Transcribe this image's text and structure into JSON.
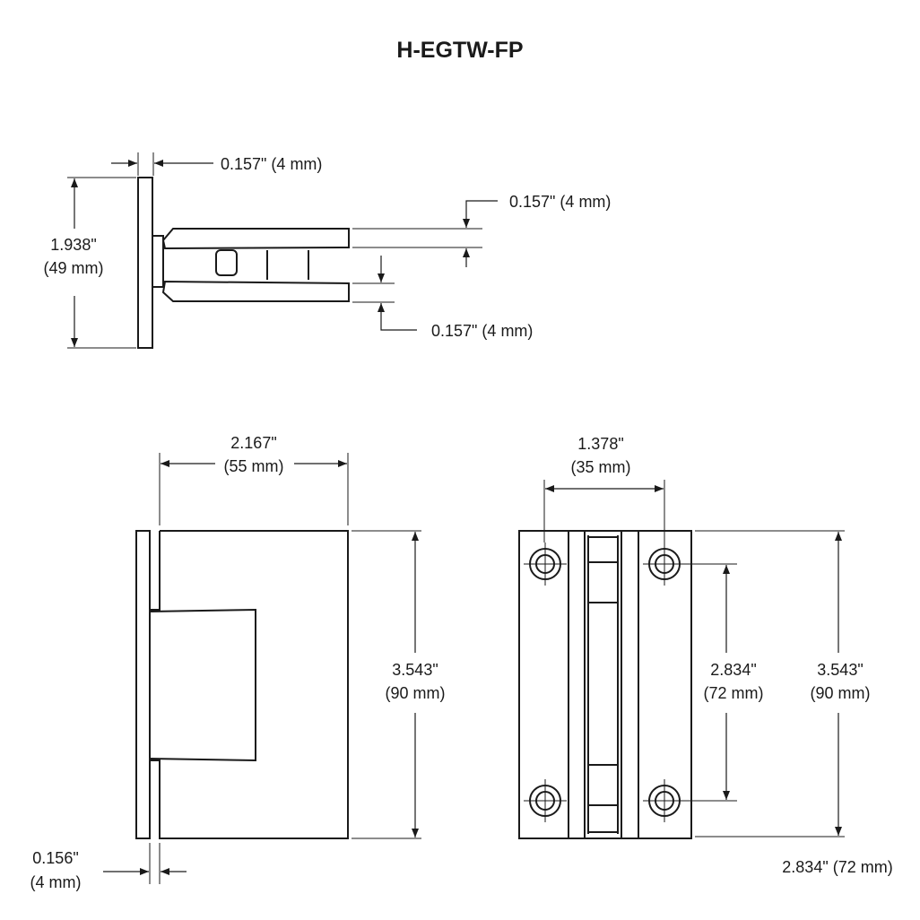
{
  "title": "H-EGTW-FP",
  "top_view": {
    "plate_thickness": "0.157\" (4 mm)",
    "height_in": "1.938\"",
    "height_mm": "(49 mm)",
    "upper_arm": "0.157\" (4 mm)",
    "lower_arm": "0.157\" (4 mm)"
  },
  "side_view": {
    "width_in": "2.167\"",
    "width_mm": "(55 mm)",
    "height_in": "3.543\"",
    "height_mm": "(90 mm)",
    "plate_in": "0.156\"",
    "plate_mm": "(4 mm)"
  },
  "front_view": {
    "hole_spacing_in": "1.378\"",
    "hole_spacing_mm": "(35 mm)",
    "hole_vertical_in": "2.834\"",
    "hole_vertical_mm": "(72 mm)",
    "height_in": "3.543\"",
    "height_mm": "(90 mm)",
    "width": "2.834\" (72 mm)"
  }
}
